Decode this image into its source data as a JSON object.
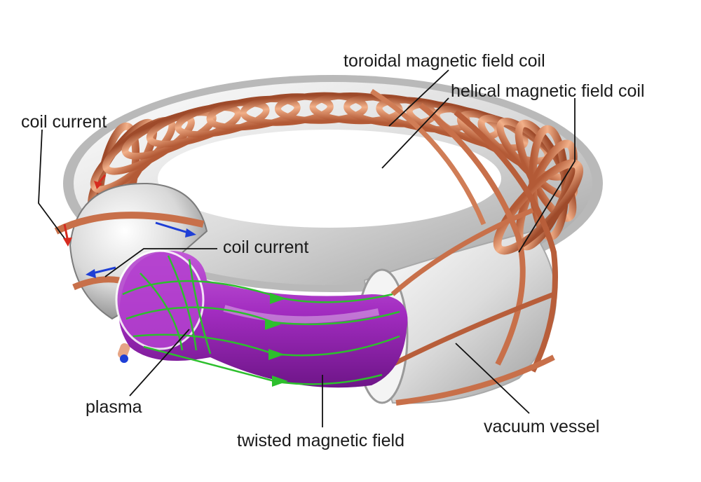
{
  "labels": {
    "toroidal_coil": "toroidal magnetic field coil",
    "helical_coil": "helical magnetic field coil",
    "coil_current_top": "coil current",
    "coil_current_mid": "coil current",
    "plasma": "plasma",
    "twisted_field": "twisted magnetic field",
    "vacuum_vessel": "vacuum vessel"
  },
  "colors": {
    "copper": "#c8704a",
    "copper_dark": "#8f3e22",
    "copper_light": "#f0b08c",
    "vessel": "#e6e6e6",
    "plasma": "#a12fc0",
    "field_line": "#2dbf2d",
    "current_arrow_blue": "#1f3fd6",
    "current_arrow_red": "#d62b1f"
  }
}
